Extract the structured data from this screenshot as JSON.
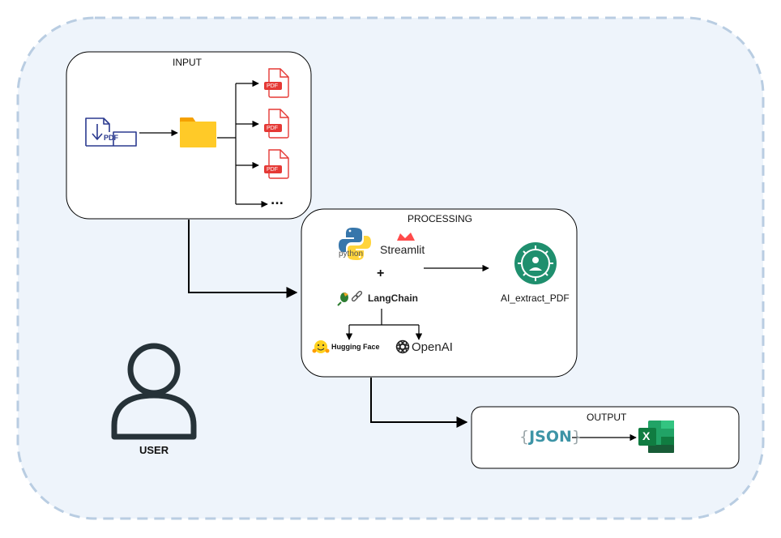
{
  "input": {
    "title": "INPUT",
    "pdf_icon_text": "PDF",
    "file_badges": [
      "PDF",
      "PDF",
      "PDF"
    ],
    "more": "..."
  },
  "processing": {
    "title": "PROCESSING",
    "python_label": "python",
    "streamlit_label": "Streamlit",
    "plus": "+",
    "langchain_label": "LangChain",
    "huggingface_label": "Hugging Face",
    "openai_label": "OpenAI",
    "result_label": "AI_extract_PDF"
  },
  "output": {
    "title": "OUTPUT",
    "json_open": "{",
    "json_label": "JSON",
    "json_close": "}",
    "excel_letter": "X"
  },
  "user": {
    "label": "USER"
  },
  "colors": {
    "container_fill": "#eef4fb",
    "container_border": "#b9cde2",
    "pdf_red": "#e53935",
    "folder_yellow": "#ffc107",
    "download_navy": "#2b3a8f",
    "python_blue": "#3776ab",
    "python_yellow": "#ffd43b",
    "streamlit_red": "#ff4b4b",
    "ai_green": "#1f8f6e",
    "json_teal": "#3d94a6",
    "excel_green": "#107c41",
    "user_dark": "#263238"
  }
}
